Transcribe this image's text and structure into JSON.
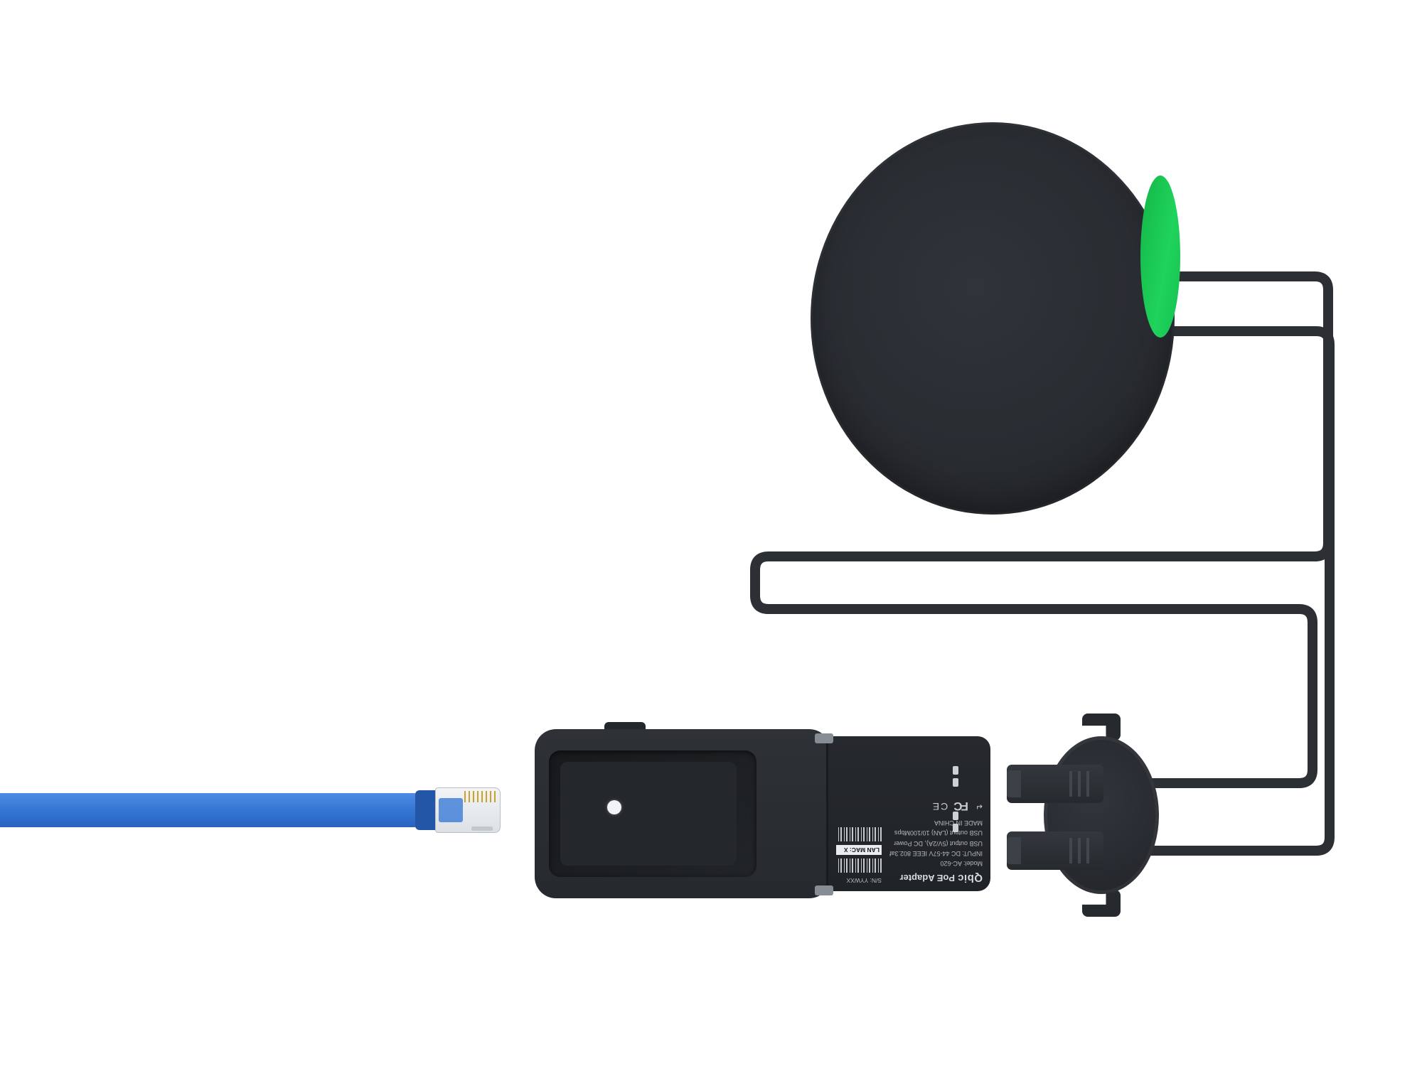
{
  "device_label": {
    "brand": "Qbic",
    "product": "PoE Adapter",
    "model": "Model: AC-620",
    "input": "INPUT: DC 44-57V IEEE 802.3af",
    "usb_output_power": "USB output (5V/2A), DC Power",
    "usb_output_lan": "USB output (LAN)  10/100Mbps",
    "origin": "MADE IN CHINA",
    "serial_number": "S/N: YYWXX",
    "lan_mac": "LAN MAC: X",
    "fcc_mark": "FC",
    "ce_mark": "CE",
    "return_icon": "↵"
  },
  "colors": {
    "device_black": "#2a2e33",
    "cable_black": "#2c3034",
    "led_green": "#1ec853",
    "ethernet_blue": "#3377d6",
    "background": "#ffffff"
  }
}
